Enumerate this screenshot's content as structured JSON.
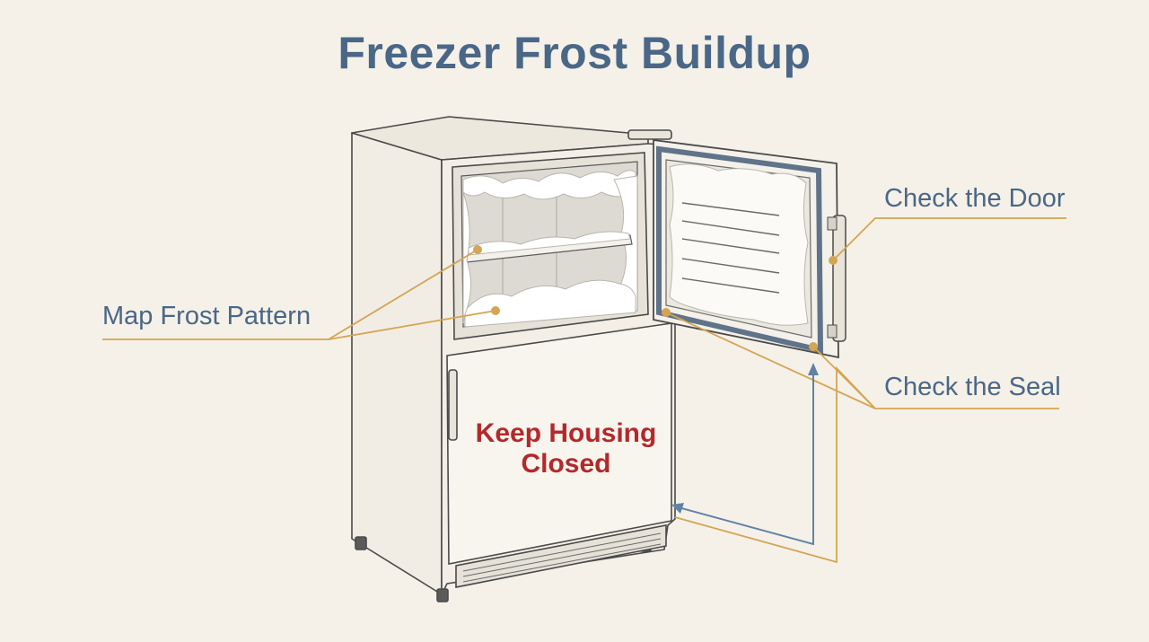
{
  "title": "Freezer Frost Buildup",
  "callouts": {
    "map_frost_pattern": "Map Frost Pattern",
    "check_the_door": "Check the Door",
    "check_the_seal": "Check the Seal"
  },
  "warning": {
    "line1": "Keep Housing",
    "line2": "Closed"
  },
  "colors": {
    "background": "#f5f1e8",
    "title": "#4a6787",
    "callout_line": "#d4a554",
    "airflow_arrow": "#5f82a6",
    "warning": "#b3292b",
    "door_gasket": "#5f7389"
  }
}
